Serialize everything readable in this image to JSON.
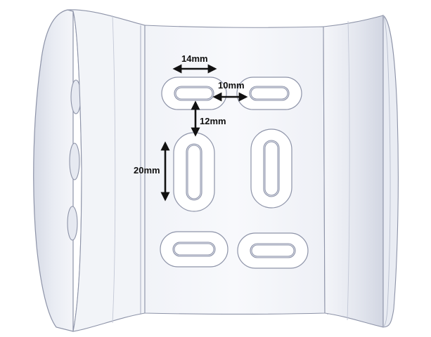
{
  "colors": {
    "background": "#ffffff",
    "part_fill": "#f4f5f9",
    "part_face": "#f7f8fb",
    "part_shade": "#e3e6ef",
    "part_dark": "#c9cedc",
    "edge": "#8d93a8",
    "slot_rim": "#ffffff",
    "slot_floor": "#eef0f5",
    "arrow": "#111111"
  },
  "annotations": {
    "slot_length": "14mm",
    "slot_spacing": "10mm",
    "vertical_gap": "12mm",
    "slot_height": "20mm"
  }
}
